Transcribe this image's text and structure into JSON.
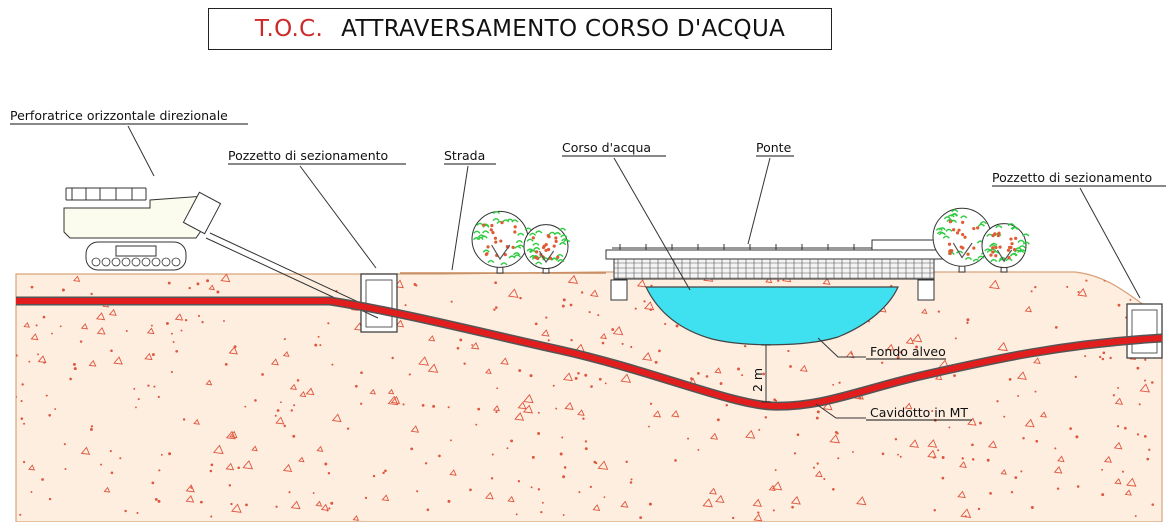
{
  "title": {
    "prefix": "T.O.C.",
    "text": "ATTRAVERSAMENTO CORSO D'ACQUA"
  },
  "labels": {
    "drill_rig": "Perforatrice orizzontale direzionale",
    "pit_left": "Pozzetto di sezionamento",
    "road": "Strada",
    "watercourse": "Corso d'acqua",
    "bridge": "Ponte",
    "pit_right": "Pozzetto di sezionamento",
    "riverbed": "Fondo alveo",
    "cable_duct": "Cavidotto in MT",
    "depth": "2 m"
  },
  "colors": {
    "soil_fill": "#fdeee0",
    "soil_dots": "#e0553d",
    "cable": "#e11d1d",
    "water": "#3fe0f0",
    "tree_green": "#2ecc40",
    "tree_fruit": "#e05a33"
  }
}
